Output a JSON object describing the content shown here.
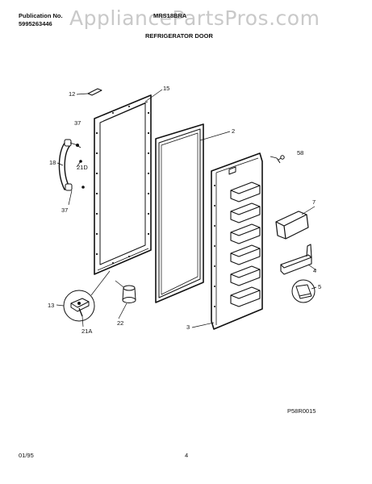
{
  "header": {
    "publication_label": "Publication No.",
    "publication_number": "5995263446",
    "model": "MRS18BRA",
    "section_title": "REFRIGERATOR DOOR"
  },
  "watermark": "AppliancePartsPros.com",
  "callouts": {
    "c12": "12",
    "c15": "15",
    "c37a": "37",
    "c18": "18",
    "c21d": "21D",
    "c37b": "37",
    "c2": "2",
    "c58": "58",
    "c7": "7",
    "c4": "4",
    "c5": "5",
    "c13": "13",
    "c21a": "21A",
    "c22": "22",
    "c3": "3"
  },
  "figure_code": "P58R0015",
  "footer": {
    "date": "01/95",
    "page": "4"
  }
}
